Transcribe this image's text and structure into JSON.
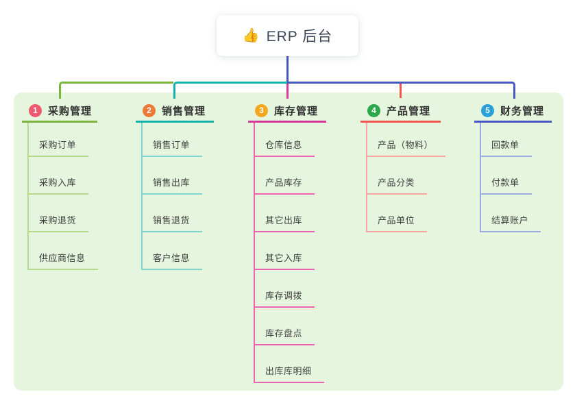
{
  "root": {
    "emoji": "👍",
    "title": "ERP 后台"
  },
  "colors": {
    "green": "#7cb53c",
    "green_light": "#b5d98a",
    "teal": "#13b2ab",
    "teal_light": "#7bd6cd",
    "magenta": "#d6379c",
    "magenta_light": "#ec66b4",
    "red": "#f2564f",
    "red_light": "#f8a6a1",
    "blue": "#4657c1",
    "blue_light": "#9aace2",
    "panel_bg": "#e6f6de"
  },
  "branches": [
    {
      "badge": "1",
      "title": "采购管理",
      "color_key": "green",
      "badge_color": "#f0586e",
      "items": [
        "采购订单",
        "采购入库",
        "采购退货",
        "供应商信息"
      ]
    },
    {
      "badge": "2",
      "title": "销售管理",
      "color_key": "teal",
      "badge_color": "#ee7a38",
      "items": [
        "销售订单",
        "销售出库",
        "销售退货",
        "客户信息"
      ]
    },
    {
      "badge": "3",
      "title": "库存管理",
      "color_key": "magenta",
      "badge_color": "#f5a71f",
      "items": [
        "仓库信息",
        "产品库存",
        "其它出库",
        "其它入库",
        "库存调拨",
        "库存盘点",
        "出库库明细"
      ]
    },
    {
      "badge": "4",
      "title": "产品管理",
      "color_key": "red",
      "badge_color": "#2aa74c",
      "items": [
        "产品（物料）",
        "产品分类",
        "产品单位"
      ]
    },
    {
      "badge": "5",
      "title": "财务管理",
      "color_key": "blue",
      "badge_color": "#2b9fd9",
      "items": [
        "回款单",
        "付款单",
        "结算账户"
      ]
    }
  ]
}
